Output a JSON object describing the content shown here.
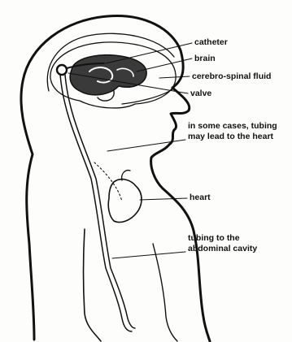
{
  "labels": {
    "catheter": "catheter",
    "brain": "brain",
    "csf": "cerebro-spinal fluid",
    "valve": "valve",
    "tubing_heart": "in some cases, tubing may lead to the heart",
    "heart": "heart",
    "tubing_abdominal": "tubing to the abdominal cavity"
  }
}
